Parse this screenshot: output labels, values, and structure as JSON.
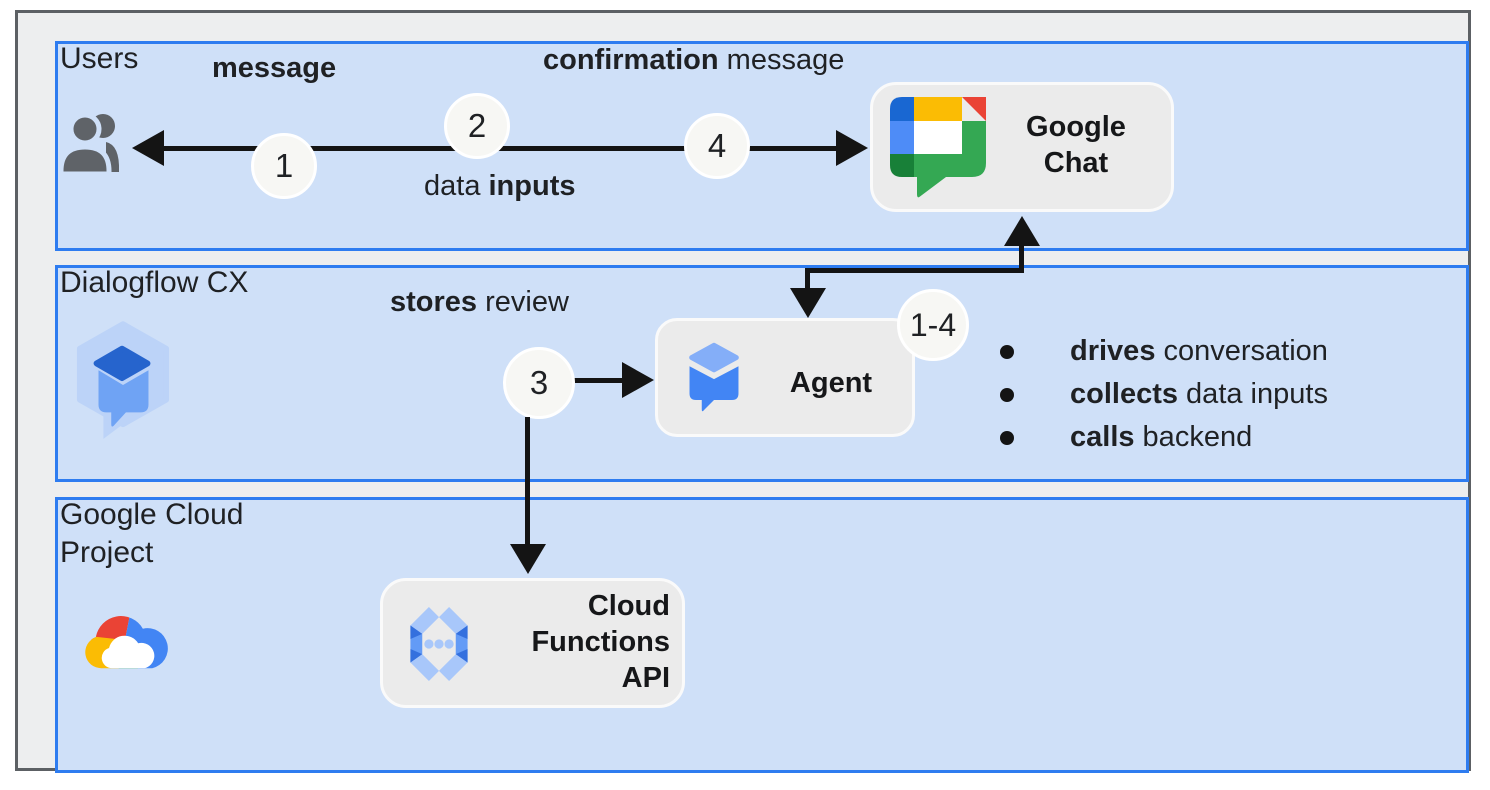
{
  "colors": {
    "lane_fill": "#cfe0f8",
    "lane_border": "#2e7cf0",
    "node_fill": "#ebebeb",
    "frame_fill": "#edeeef",
    "frame_border": "#5c6064",
    "arrow": "#141414",
    "step_circle_fill": "#f7f7f4",
    "google_blue": "#4285f4",
    "google_red": "#ea4335",
    "google_yellow": "#fbbc04",
    "google_green": "#34a853"
  },
  "lanes": {
    "users": {
      "title": "Users"
    },
    "dialogflow": {
      "title": "Dialogflow CX"
    },
    "gcp": {
      "title": "Google Cloud Project"
    }
  },
  "nodes": {
    "google_chat": {
      "label": "Google Chat"
    },
    "agent": {
      "label": "Agent"
    },
    "cloud_functions": {
      "label": "Cloud Functions API"
    }
  },
  "steps": {
    "s1": "1",
    "s2": "2",
    "s3": "3",
    "s4": "4",
    "range": "1-4"
  },
  "labels": {
    "message": [
      {
        "t": "message",
        "b": true
      }
    ],
    "confirmation_message": [
      {
        "t": "confirmation",
        "b": true
      },
      {
        "t": " message",
        "b": false
      }
    ],
    "data_inputs": [
      {
        "t": "data ",
        "b": false
      },
      {
        "t": "inputs",
        "b": true
      }
    ],
    "stores_review": [
      {
        "t": "stores",
        "b": true
      },
      {
        "t": " review",
        "b": false
      }
    ]
  },
  "bullets": [
    [
      {
        "t": "drives",
        "b": true
      },
      {
        "t": " conversation",
        "b": false
      }
    ],
    [
      {
        "t": "collects",
        "b": true
      },
      {
        "t": " data inputs",
        "b": false
      }
    ],
    [
      {
        "t": "calls",
        "b": true
      },
      {
        "t": " backend",
        "b": false
      }
    ]
  ]
}
